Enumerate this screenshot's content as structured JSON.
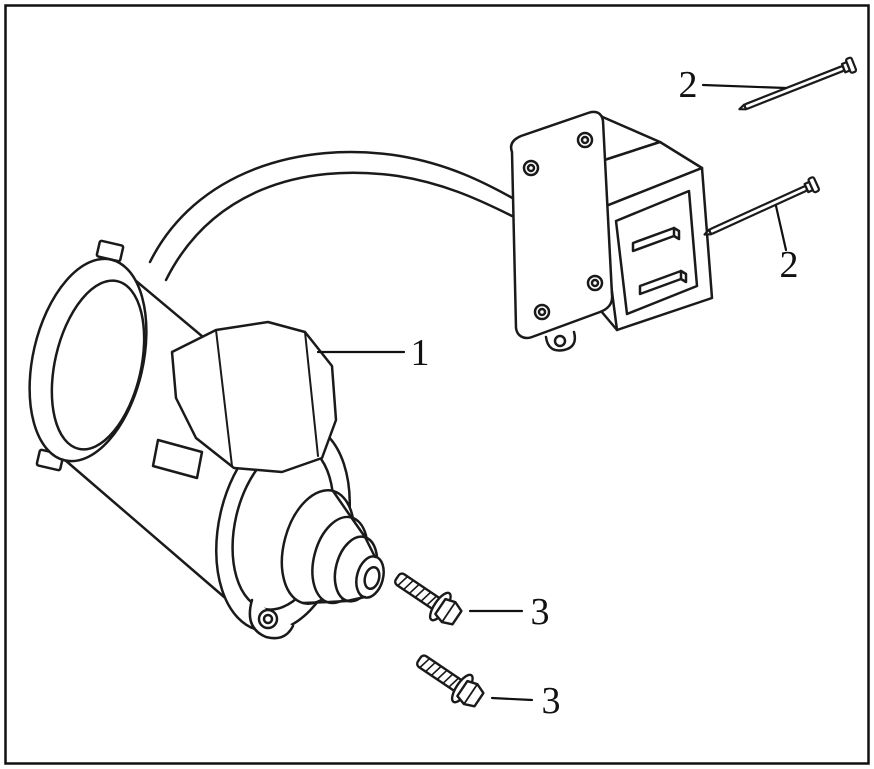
{
  "figure": {
    "background_color": "#ffffff",
    "line_color": "#1a1a1a"
  },
  "callouts": {
    "c1": {
      "label": "1"
    },
    "c2a": {
      "label": "2"
    },
    "c2b": {
      "label": "2"
    },
    "c3a": {
      "label": "3"
    },
    "c3b": {
      "label": "3"
    }
  }
}
